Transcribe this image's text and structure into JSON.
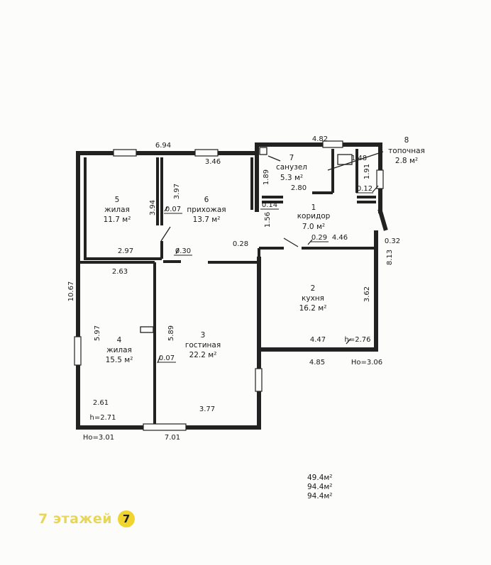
{
  "rooms": [
    {
      "number": "1",
      "name": "коридор",
      "area": "7.0 м²"
    },
    {
      "number": "2",
      "name": "кухня",
      "area": "16.2 м²"
    },
    {
      "number": "3",
      "name": "гостиная",
      "area": "22.2 м²"
    },
    {
      "number": "4",
      "name": "жилая",
      "area": "15.5 м²"
    },
    {
      "number": "5",
      "name": "жилая",
      "area": "11.7 м²"
    },
    {
      "number": "6",
      "name": "прихожая",
      "area": "13.7 м²"
    },
    {
      "number": "7",
      "name": "санузел",
      "area": "5.3 м²"
    },
    {
      "number": "8",
      "name": "топочная",
      "area": "2.8 м²"
    }
  ],
  "dimensions": {
    "top_left": "6.94",
    "top_right": "4.82",
    "prih_top": "3.46",
    "san_h": "1.89",
    "san_w": "2.80",
    "d_148": "1.48",
    "d_191": "1.91",
    "d_012": "0.12",
    "d_014": "0.14",
    "d_156": "1.56",
    "d_394": "3.94",
    "d_397": "3.97",
    "d_007a": "0.07",
    "d_297": "2.97",
    "d_030": "0.30",
    "d_028": "0.28",
    "d_029": "0.29",
    "d_446": "4.46",
    "d_032": "0.32",
    "d_813": "8.13",
    "d_263": "2.63",
    "d_1067": "10.67",
    "d_362": "3.62",
    "d_597": "5.97",
    "d_589": "5.89",
    "d_007b": "0.07",
    "d_447": "4.47",
    "h_kitchen": "h=2.76",
    "d_485": "4.85",
    "ho_right": "Но=3.06",
    "d_261": "2.61",
    "d_377": "3.77",
    "h_left": "h=2.71",
    "ho_left": "Но=3.01",
    "bottom": "7.01"
  },
  "totals": [
    "49.4м²",
    "94.4м²",
    "94.4м²"
  ],
  "logo": {
    "text": "7 этажей",
    "mark": "7"
  }
}
